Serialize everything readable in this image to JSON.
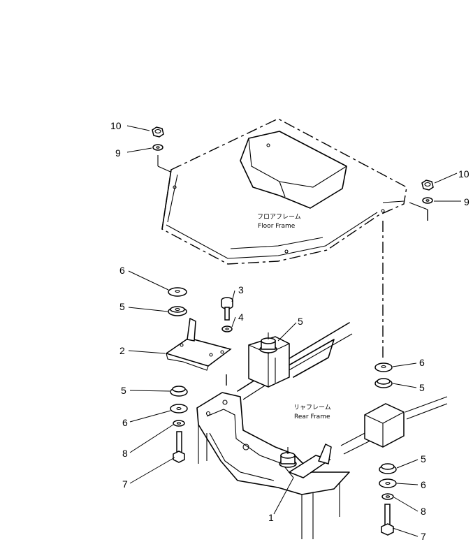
{
  "floor_frame": {
    "label_jp": "フロアフレーム",
    "label_en": "Floor Frame"
  },
  "rear_frame": {
    "label_jp": "リャフレーム",
    "label_en": "Rear Frame"
  },
  "callouts": {
    "c10a": "10",
    "c9a": "9",
    "c10b": "10",
    "c9b": "9",
    "c6a": "6",
    "c5a": "5",
    "c3": "3",
    "c4": "4",
    "c5b": "5",
    "c2": "2",
    "c5c": "5",
    "c6b": "6",
    "c8a": "8",
    "c7a": "7",
    "c6c": "6",
    "c5d": "5",
    "c1": "1",
    "c5e": "5",
    "c6d": "6",
    "c8b": "8",
    "c7b": "7"
  }
}
